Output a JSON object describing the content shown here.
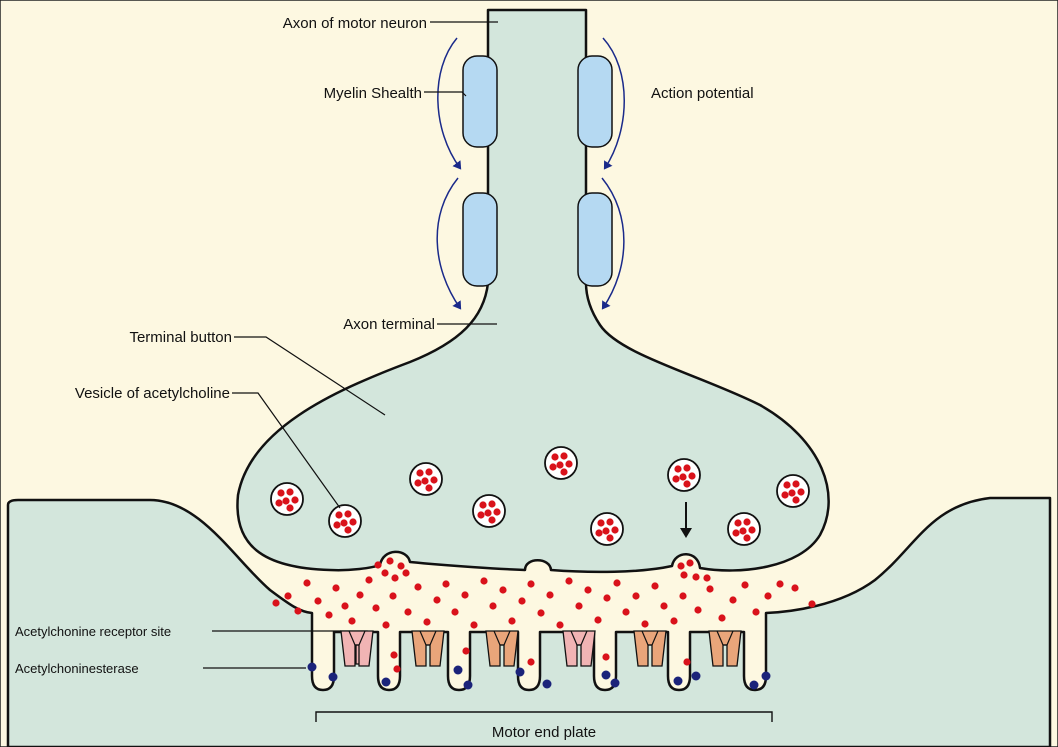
{
  "labels": {
    "axon_of_motor_neuron": "Axon of motor neuron",
    "myelin_sheath": "Myelin Shealth",
    "action_potential": "Action potential",
    "axon_terminal": "Axon terminal",
    "terminal_button": "Terminal button",
    "vesicle_of_acetylcholine": "Vesicle of acetylcholine",
    "receptor_site": "Acetylchonine receptor site",
    "acetylcholinesterase": "Acetylchoninesterase",
    "motor_end_plate": "Motor end plate"
  },
  "colors": {
    "background": "#fdf8e1",
    "neuron_fill": "#d3e6dc",
    "myelin_fill": "#b5d9f2",
    "vesicle_dot": "#d9121b",
    "acetylcholine_dot": "#d9121b",
    "arrow_blue": "#1a2a8a",
    "receptor_orange": "#e9a57a",
    "receptor_pink": "#f1b4b4",
    "esterase_blue": "#1b237a"
  }
}
